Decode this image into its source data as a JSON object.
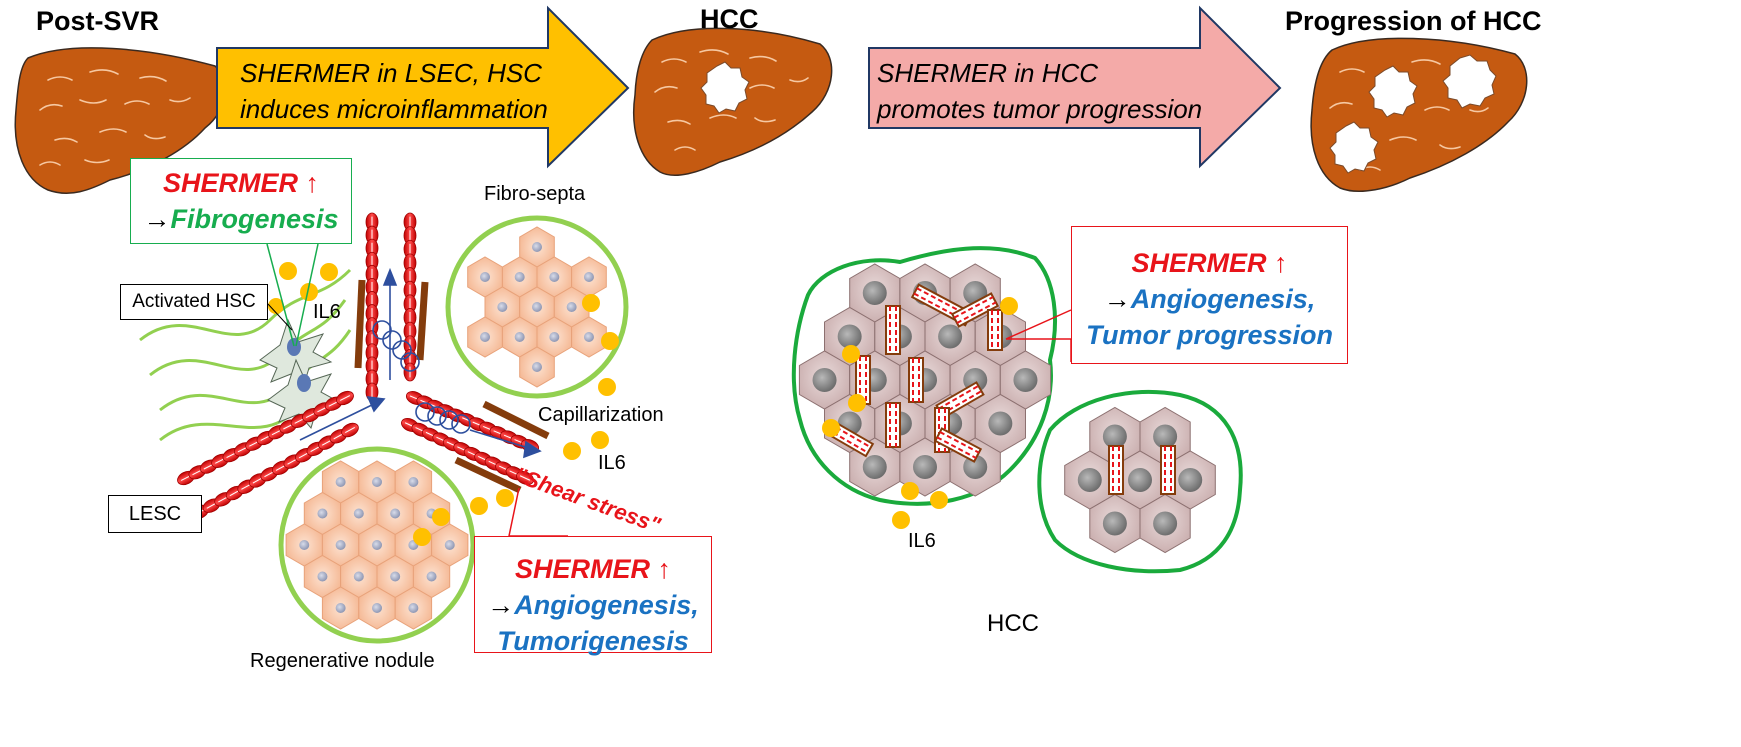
{
  "stages": {
    "post_svr": "Post-SVR",
    "hcc": "HCC",
    "progression": "Progression of HCC"
  },
  "arrows": {
    "left": {
      "line1": "SHERMER in LSEC, HSC",
      "line2": "induces microinflammation",
      "color": "#ffc000"
    },
    "right": {
      "line1": "SHERMER in HCC",
      "line2": "promotes tumor progression",
      "color": "#f4aaa8"
    }
  },
  "callouts": {
    "fibrogenesis": {
      "gene": "SHERMER",
      "up": "↑",
      "arrow": "→",
      "effect": "Fibrogenesis"
    },
    "angio_left": {
      "gene": "SHERMER",
      "up": "↑",
      "arrow": "→",
      "effect1": "Angiogenesis,",
      "effect2": "Tumorigenesis"
    },
    "angio_right": {
      "gene": "SHERMER",
      "up": "↑",
      "arrow": "→",
      "effect1": "Angiogenesis,",
      "effect2": "Tumor progression"
    }
  },
  "labels": {
    "activated_hsc": "Activated HSC",
    "il6_a": "IL6",
    "il6_b": "IL6",
    "il6_c": "IL6",
    "fibro_septa": "Fibro-septa",
    "capillarization": "Capillarization",
    "shear_stress": "\"Shear stress\"",
    "lesc": "LESC",
    "regenerative_nodule": "Regenerative nodule",
    "hcc_bottom": "HCC"
  },
  "colors": {
    "liver": "#c55a11",
    "red_text": "#e8141a",
    "green_text": "#17ad4f",
    "blue_text": "#1a72c2",
    "il6_dot": "#ffc000",
    "nodule_ring": "#92d050",
    "tumor_ring": "#1aaa3c",
    "hepatocyte": "#f8cbad",
    "tumor_cell": "#d9c3c3"
  }
}
